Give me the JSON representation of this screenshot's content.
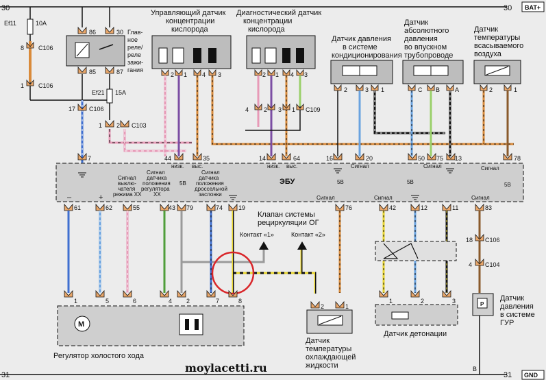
{
  "rails": {
    "left_top": "30",
    "right_top": "30",
    "bat": "BAT+",
    "left_bottom": "31",
    "right_bottom": "31",
    "gnd": "GND"
  },
  "fuses": {
    "ef11": "Ef11",
    "ef11_rating": "10A",
    "ef21": "Ef21",
    "ef21_rating": "15A"
  },
  "relay": {
    "label": [
      "Глав-",
      "ное",
      "реле/",
      "реле",
      "зажи-",
      "гания"
    ],
    "pins": {
      "p86": "86",
      "p30": "30",
      "p85": "85",
      "p87": "87"
    }
  },
  "connectors": {
    "c106": "C106",
    "c103": "C103",
    "c109": "C109",
    "c104": "C104"
  },
  "sensors": {
    "o2_ctrl": [
      "Управляющий датчик",
      "концентрации",
      "кислорода"
    ],
    "o2_diag": [
      "Диагностический датчик",
      "концентрации",
      "кислорода"
    ],
    "ac_pressure": [
      "Датчик давления",
      "в системе",
      "кондиционирования"
    ],
    "map": [
      "Датчик",
      "абсолютного",
      "давления",
      "во впускном",
      "трубопроводе"
    ],
    "iat": [
      "Датчик",
      "температуры",
      "всасываемого",
      "воздуха"
    ],
    "ect": [
      "Датчик",
      "температуры",
      "охлаждающей",
      "жидкости"
    ],
    "knock": "Датчик детонации",
    "ps_pressure": [
      "Датчик",
      "давления",
      "в системе",
      "ГУР"
    ]
  },
  "ecu": {
    "label": "ЭБУ",
    "top_pins": [
      "7",
      "44",
      "35",
      "14",
      "64",
      "16",
      "20",
      "50",
      "75",
      "13",
      "78"
    ],
    "bottom_pins": [
      "61",
      "62",
      "55",
      "43",
      "79",
      "74",
      "19",
      "76",
      "42",
      "12",
      "11",
      "83"
    ],
    "low": "низк.",
    "high": "выс.",
    "signal": "Сигнал",
    "v5": "5В",
    "minus": "–",
    "plus": "+",
    "sig_idle_switch": [
      "Сигнал",
      "выклю-",
      "чателя",
      "режима ХХ"
    ],
    "sig_idle_pos": [
      "Сигнал",
      "датчика",
      "положения",
      "регулятора",
      "ХХ"
    ],
    "sig_tps": [
      "Сигнал",
      "датчика",
      "положения",
      "дроссельной",
      "заслонки"
    ]
  },
  "egr": {
    "label": [
      "Клапан системы",
      "рециркуляции ОГ"
    ],
    "contact1": "Контакт «1»",
    "contact2": "Контакт «2»"
  },
  "iac": {
    "label": "Регулятор холостого хода",
    "motor": "M"
  },
  "pin_labels": {
    "o2_ctrl": [
      "2",
      "1",
      "4",
      "3"
    ],
    "o2_diag": [
      "2",
      "1",
      "4",
      "3"
    ],
    "o2_diag_conn": [
      "4",
      "2",
      "3",
      "1"
    ],
    "ac": [
      "2",
      "3",
      "1"
    ],
    "map": [
      "C",
      "B",
      "A"
    ],
    "iat": [
      "2",
      "1"
    ],
    "iac": [
      "1",
      "5",
      "6",
      "4",
      "2",
      "7",
      "8"
    ],
    "ect": [
      "2",
      "1"
    ],
    "knock": [
      "1",
      "2",
      "3"
    ],
    "ps_conn": [
      "18",
      "4"
    ],
    "ps_pin": "B",
    "ps_icon": "P",
    "left": [
      "8",
      "1",
      "17",
      "1",
      "2"
    ]
  },
  "watermark": "moylacetti.ru",
  "colors": {
    "orange": "#d98a3a",
    "pink": "#e79ab7",
    "blue": "#3f6fd0",
    "lightblue": "#6aa3e0",
    "green": "#4f9e3a",
    "yellow": "#e8d530",
    "violet": "#7b4ea3",
    "brown": "#8a5a2b",
    "gray": "#9a9a9a",
    "highlight": "#d9262a"
  }
}
